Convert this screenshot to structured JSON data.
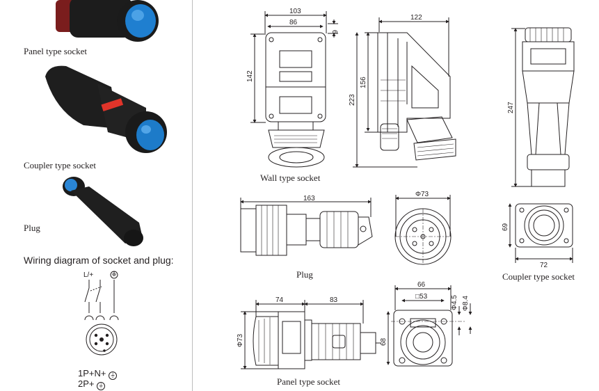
{
  "left_panel": {
    "panel_caption": "Panel type socket",
    "coupler_caption": "Coupler type socket",
    "plug_caption": "Plug",
    "wiring_title": "Wiring diagram of socket and plug:",
    "wiring_labels": {
      "line": "L/+",
      "config_1p": "1P+N+",
      "config_2p": "2P+"
    }
  },
  "drawings": {
    "wall": {
      "caption": "Wall type socket",
      "dims": {
        "w103": "103",
        "w86": "86",
        "d6": "6",
        "h142": "142",
        "h156": "156",
        "h223": "223",
        "w122": "122"
      }
    },
    "plug": {
      "caption": "Plug",
      "dims": {
        "l163": "163",
        "dia73": "Φ73"
      }
    },
    "coupler": {
      "caption": "Coupler type socket",
      "dims": {
        "h247": "247",
        "h69": "69",
        "w72": "72"
      }
    },
    "panel": {
      "caption": "Panel type socket",
      "dims": {
        "l74": "74",
        "l83": "83",
        "dia73": "Φ73",
        "w66": "66",
        "sq53": "□53",
        "h68": "68",
        "d45": "Φ4.5",
        "d84": "Φ8.4"
      }
    }
  }
}
